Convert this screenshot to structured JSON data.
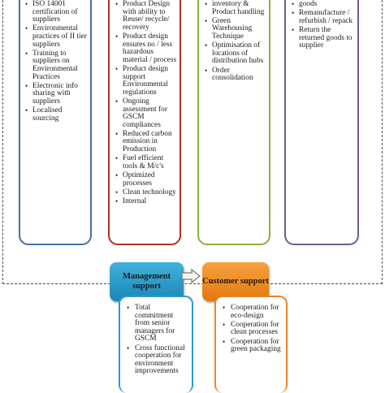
{
  "columns": [
    {
      "id": "supplier",
      "color": "#4b6ea9",
      "items": [
        "ISO 14001 certification of suppliers",
        "Environmental practices of II tier suppliers",
        "Training to suppliers on Environmental Practices",
        "Electronic info sharing with suppliers",
        "Localised sourcing"
      ]
    },
    {
      "id": "design",
      "color": "#b0312a",
      "items": [
        "Product Design with ability to Reuse/ recycle/ recovery",
        "Product design ensures no / less hazardous material / process",
        "Product design support Environmental regulations",
        "Ongoing assessment for GSCM compliances",
        "Reduced carbon emission in Production",
        "Fuel efficient tools & M/c's",
        "Optimized processes",
        "Clean technology",
        "Internal"
      ]
    },
    {
      "id": "distribution",
      "color": "#8cb040",
      "items": [
        "inventory & Product handling",
        "Green Warehousing Technique",
        "Optimisation of locations of distribution hubs",
        "Order consolidation"
      ]
    },
    {
      "id": "reverse",
      "color": "#735998",
      "items": [
        "goods",
        "Remanufacture / refurbish / repack",
        "Return the returned goods to supplier"
      ]
    }
  ],
  "management": {
    "title": "Management support",
    "color": "#2a9ad0",
    "items": [
      "Total commitment from senior managers for GSCM",
      "Cross functional cooperation for environment improvements"
    ]
  },
  "customer": {
    "title": "Customer support",
    "color": "#e8842a",
    "items": [
      "Cooperation for eco-design",
      "Cooperation for clean processes",
      "Cooperation for green packaging"
    ]
  }
}
